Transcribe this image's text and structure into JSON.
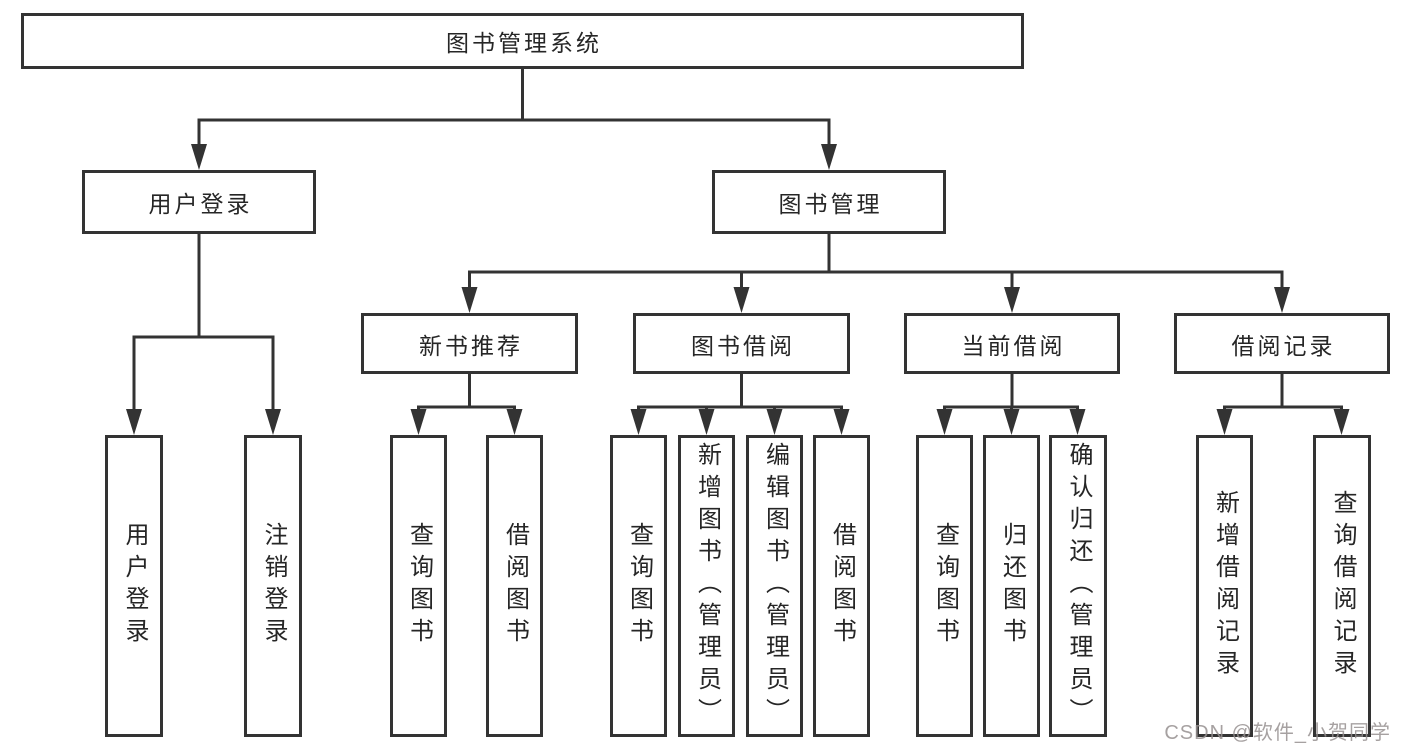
{
  "root": "图书管理系统",
  "level2": {
    "user": "用户登录",
    "mgmt": "图书管理"
  },
  "level3": {
    "new_book": "新书推荐",
    "borrow": "图书借阅",
    "current": "当前借阅",
    "record": "借阅记录"
  },
  "leaves": {
    "user": [
      "用户登录",
      "注销登录"
    ],
    "new_book": [
      "查询图书",
      "借阅图书"
    ],
    "borrow": [
      "查询图书",
      "新增图书（管理员）",
      "编辑图书（管理员）",
      "借阅图书"
    ],
    "current": [
      "查询图书",
      "归还图书",
      "确认归还（管理员）"
    ],
    "record": [
      "新增借阅记录",
      "查询借阅记录"
    ]
  },
  "watermark": "CSDN @软件_小贺同学",
  "colors": {
    "line": "#333333",
    "box_border": "#333333",
    "text": "#262626",
    "watermark": "#9e9494",
    "background": "#ffffff"
  }
}
